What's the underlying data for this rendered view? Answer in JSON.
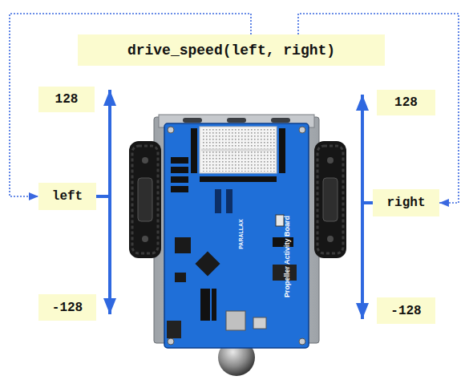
{
  "diagram": {
    "nodes": [
      {
        "text": [
          "drive_speed(left, right)"
        ]
      },
      {
        "text": [
          "128"
        ]
      },
      {
        "text": [
          "128"
        ]
      },
      {
        "text": [
          "left"
        ]
      },
      {
        "text": [
          "right"
        ]
      },
      {
        "text": [
          "-128"
        ]
      },
      {
        "text": [
          "-128"
        ]
      }
    ],
    "edges": [
      {
        "from": 0,
        "to": 3,
        "arrow": "to"
      },
      {
        "from": 0,
        "to": 4,
        "arrow": "to"
      },
      {
        "from": 3,
        "to": 1,
        "arrow": "to"
      },
      {
        "from": 3,
        "to": 5,
        "arrow": "to"
      },
      {
        "from": 4,
        "to": 2,
        "arrow": "to"
      },
      {
        "from": 4,
        "to": 6,
        "arrow": "to"
      }
    ],
    "labels": [
      "Propeller Activity Board",
      "PARALLAX"
    ]
  }
}
